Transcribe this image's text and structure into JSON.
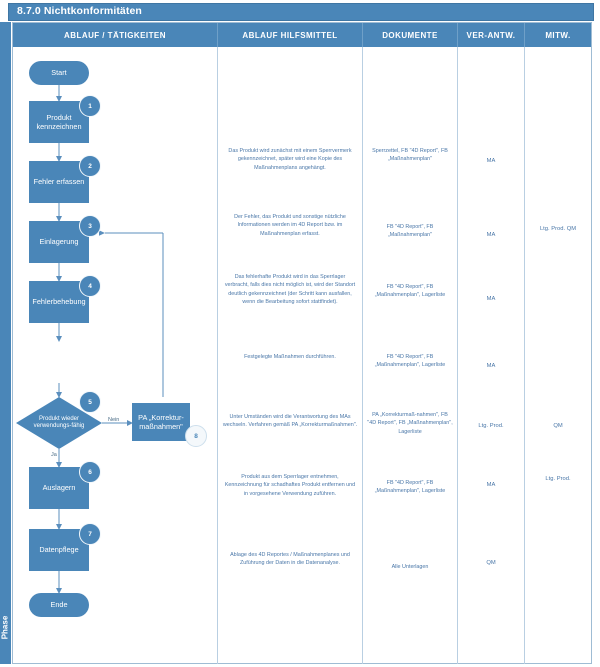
{
  "document": {
    "title": "8.7.0 Nichtkonformitäten",
    "phase_label": "Phase",
    "accent_color": "#4a86b8",
    "text_color": "#4a77a8"
  },
  "table": {
    "headers": [
      "ABLAUF / TÄTIGKEITEN",
      "ABLAUF HILFSMITTEL",
      "DOKUMENTE",
      "VER-ANTW.",
      "MITW."
    ]
  },
  "flowchart": {
    "type": "flowchart",
    "nodes": [
      {
        "id": "start",
        "shape": "terminator",
        "label": "Start",
        "step": ""
      },
      {
        "id": "n1",
        "shape": "process",
        "label": "Produkt kennzeichnen",
        "step": "1"
      },
      {
        "id": "n2",
        "shape": "process",
        "label": "Fehler erfassen",
        "step": "2"
      },
      {
        "id": "n3",
        "shape": "process",
        "label": "Einlagerung",
        "step": "3"
      },
      {
        "id": "n4",
        "shape": "process",
        "label": "Fehlerbehebung",
        "step": "4"
      },
      {
        "id": "n5",
        "shape": "decision",
        "label": "Produkt wieder verwendungs-fähig",
        "step": "5"
      },
      {
        "id": "n8",
        "shape": "process",
        "label": "PA „Korrektur-maßnahmen\"",
        "step": "8"
      },
      {
        "id": "n6",
        "shape": "process",
        "label": "Auslagern",
        "step": "6"
      },
      {
        "id": "n7",
        "shape": "process",
        "label": "Datenpflege",
        "step": "7"
      },
      {
        "id": "end",
        "shape": "terminator",
        "label": "Ende",
        "step": ""
      }
    ],
    "edge_labels": {
      "no": "Nein",
      "yes": "Ja"
    }
  },
  "rows": [
    {
      "hilfsmittel": "Das Produkt wird zunächst mit einem Sperrvermerk gekennzeichnet, später wird eine Kopie des Maßnahmenplans angehängt.",
      "dokumente": "Sperrzettel, FB \"4D Report\", FB „Maßnahmenplan\"",
      "verantw": "MA",
      "mitw": ""
    },
    {
      "hilfsmittel": "Der Fehler, das Produkt und sonstige nützliche Informationen werden im 4D Report bzw. im Maßnahmenplan erfasst.",
      "dokumente": "FB \"4D Report\", FB „Maßnahmenplan\"",
      "verantw": "MA",
      "mitw": "Ltg. Prod. QM"
    },
    {
      "hilfsmittel": "Das fehlerhafte Produkt wird in das Sperrlager verbracht, falls dies nicht möglich ist, wird der Standort deutlich gekennzeichnet (der Schritt kann ausfallen, wenn die Bearbeitung sofort stattfindet).",
      "dokumente": "FB \"4D Report\", FB „Maßnahmenplan\", Lagerliste",
      "verantw": "MA",
      "mitw": ""
    },
    {
      "hilfsmittel": "Festgelegte Maßnahmen durchführen.",
      "dokumente": "FB \"4D Report\", FB „Maßnahmenplan\", Lagerliste",
      "verantw": "MA",
      "mitw": ""
    },
    {
      "hilfsmittel": "Unter Umständen wird die Verantwortung des MAs wechseln. Verfahren gemäß PA „Korrekturmaßnahmen\".",
      "dokumente": "PA „Korrekturmaß-nahmen\", FB \"4D Report\", FB „Maßnahmenplan\", Lagerliste",
      "verantw": "Ltg. Prod.",
      "mitw": "QM"
    },
    {
      "hilfsmittel": "Produkt aus dem Sperrlager entnehmen, Kennzeichnung für schadhaftes Produkt entfernen und in vorgesehene Verwendung zuführen.",
      "dokumente": "FB \"4D Report\", FB „Maßnahmenplan\", Lagerliste",
      "verantw": "MA",
      "mitw": "Ltg. Prod."
    },
    {
      "hilfsmittel": "Ablage des 4D Reportes / Maßnahmenplanes und Zuführung der Daten in die Datenanalyse.",
      "dokumente": "Alle Unterlagen",
      "verantw": "QM",
      "mitw": ""
    }
  ]
}
